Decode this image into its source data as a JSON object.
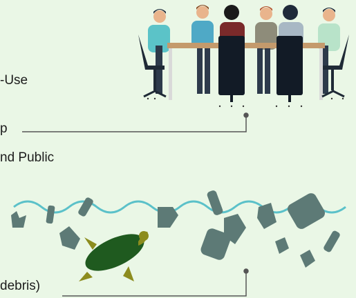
{
  "labels": {
    "line1": "-Use",
    "line2": "p",
    "line3": "nd Public",
    "line4": "debris)"
  },
  "icons": {
    "meeting": "meeting-table-people-illustration",
    "ocean": "ocean-plastic-debris-illustration",
    "turtle": "sea-turtle-icon"
  },
  "colors": {
    "background": "#eaf7e6",
    "connector": "#555555",
    "wave": "#5bc1c9",
    "debris": "#5d7a76",
    "table": "#c49a6c",
    "chair": "#1f2a36",
    "turtle_shell": "#1f5a1f",
    "turtle_skin": "#8c8c1e"
  }
}
